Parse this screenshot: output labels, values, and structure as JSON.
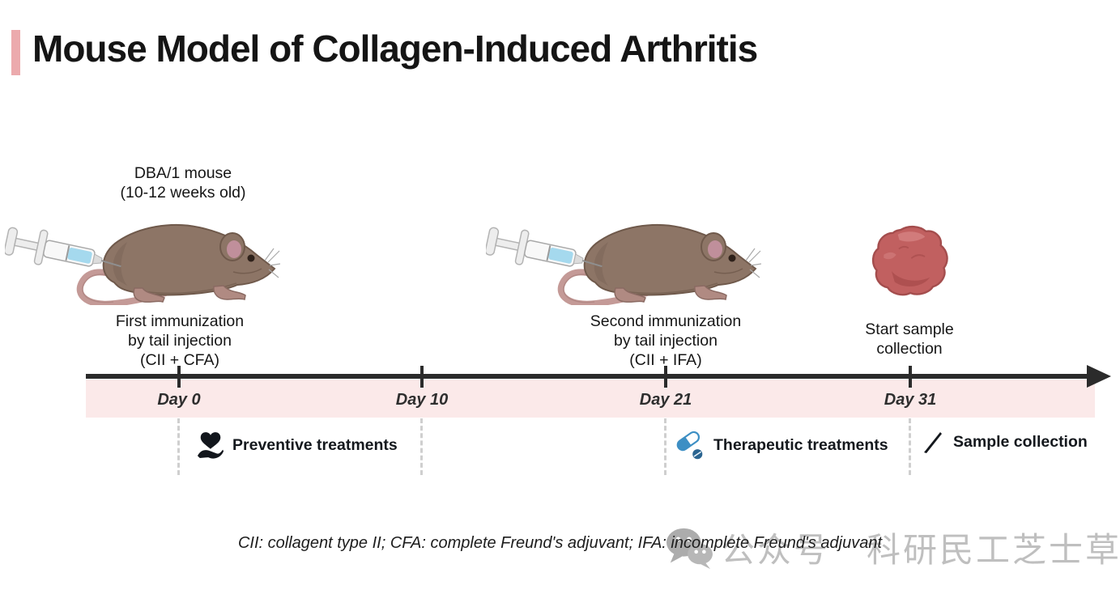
{
  "title": "Mouse Model of Collagen-Induced Arthritis",
  "stage1": {
    "header_line1": "DBA/1 mouse",
    "header_line2": "(10-12 weeks old)",
    "caption_line1": "First immunization",
    "caption_line2": "by tail injection",
    "caption_line3": "(CII + CFA)"
  },
  "stage2": {
    "caption_line1": "Second immunization",
    "caption_line2": "by tail injection",
    "caption_line3": "(CII + IFA)"
  },
  "stage3": {
    "caption_line1": "Start sample",
    "caption_line2": "collection"
  },
  "timeline": {
    "days": [
      "Day 0",
      "Day 10",
      "Day 21",
      "Day 31"
    ]
  },
  "legend": {
    "preventive": "Preventive treatments",
    "therapeutic": "Therapeutic treatments",
    "sample": "Sample collection"
  },
  "footnote": "CII: collagent type II; CFA: complete Freund's adjuvant; IFA: incomplete Freund's adjuvant",
  "watermark": "公众号　科研民工芝士草莓",
  "icons": {
    "preventive": "heart-in-hand-icon",
    "therapeutic": "capsule-icon",
    "sample": "slash-icon",
    "watermark": "wechat-bubbles-icon",
    "injection": "syringe-icon"
  },
  "colors": {
    "accent_bar": "#ecaaad",
    "timeline_band": "#fbe9e9",
    "timeline_line": "#2b2b2b",
    "capsule_blue": "#3d8fc4",
    "sample_blob": "#c16060",
    "mouse_body": "#8d7566"
  }
}
